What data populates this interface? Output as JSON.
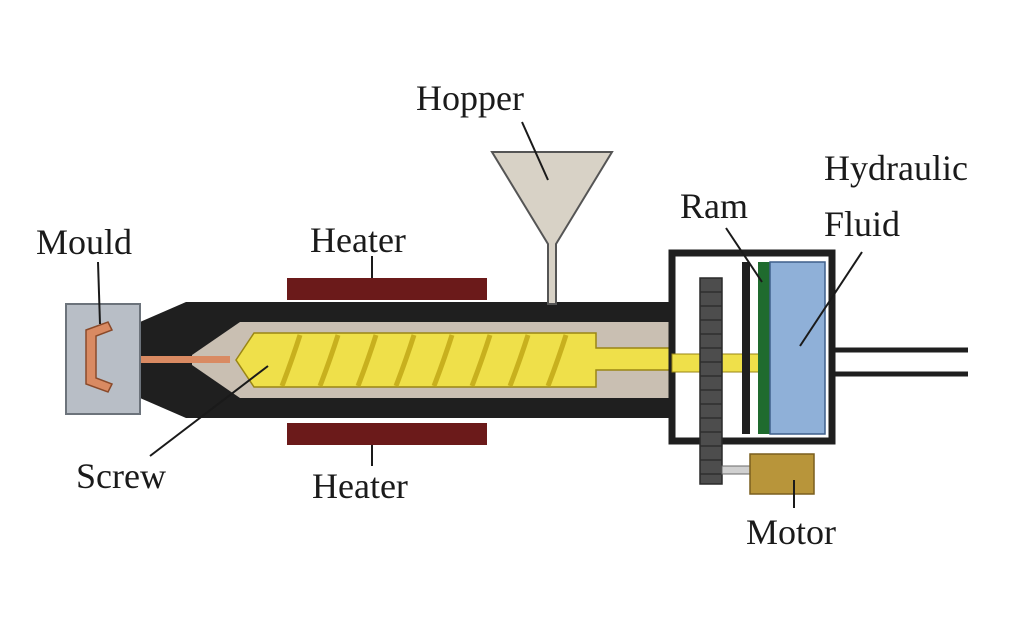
{
  "labels": {
    "hopper": "Hopper",
    "mould": "Mould",
    "heater_top": "Heater",
    "heater_bottom": "Heater",
    "screw": "Screw",
    "ram": "Ram",
    "hydraulic_fluid_line1": "Hydraulic",
    "hydraulic_fluid_line2": "Fluid",
    "motor": "Motor"
  },
  "colors": {
    "barrel": "#1f1f1f",
    "barrel_inner": "#c9bfb2",
    "heater": "#6b1a1a",
    "screw": "#efe04a",
    "screw_flight": "#c8b01e",
    "mould": "#b8bec6",
    "mould_cavity": "#d98a62",
    "hopper": "#d8d2c6",
    "ram": "#1f6b2e",
    "hydraulic_fluid": "#8fb0d8",
    "gear": "#4d4d4d",
    "motor": "#b8953a"
  }
}
